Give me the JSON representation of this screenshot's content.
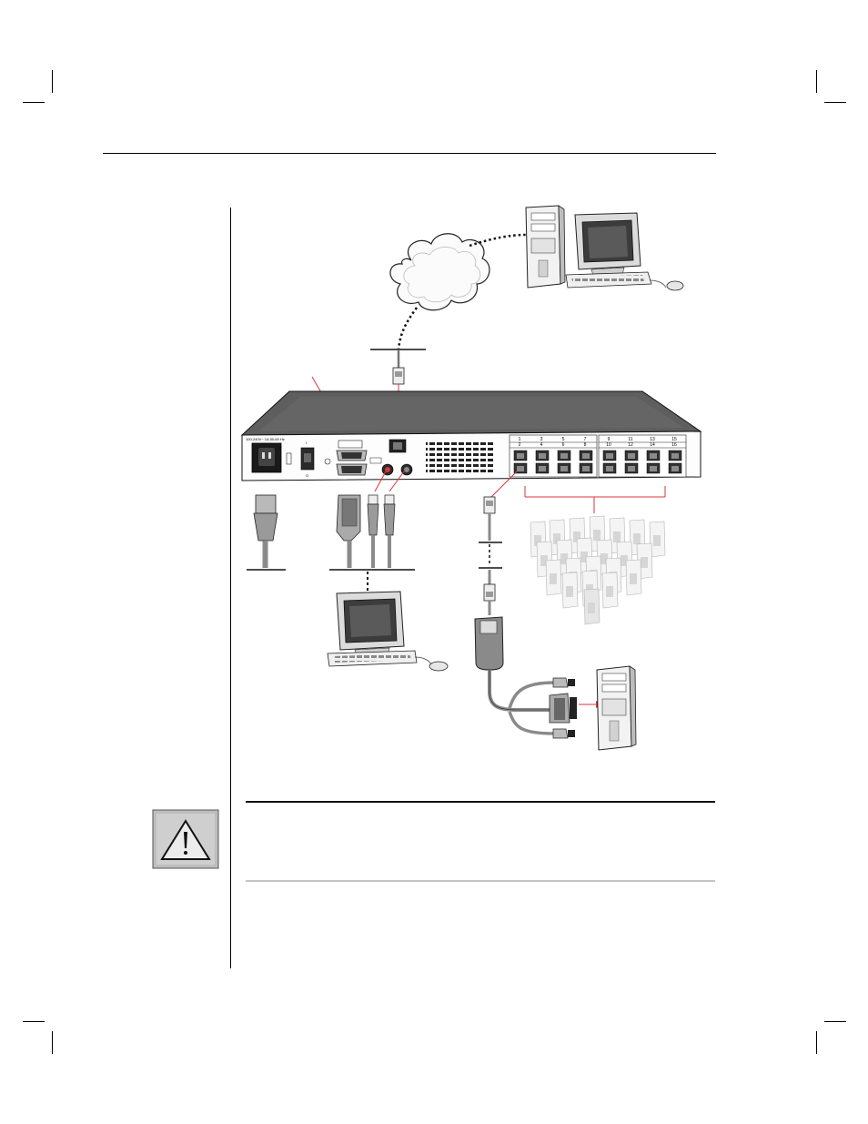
{
  "page": {
    "background": "#ffffff"
  },
  "diagram": {
    "port_numbers_top": [
      "1",
      "3",
      "5",
      "7",
      "9",
      "11",
      "13",
      "15"
    ],
    "port_numbers_bottom": [
      "2",
      "4",
      "6",
      "8",
      "10",
      "12",
      "14",
      "16"
    ],
    "colors": {
      "connector_line": "#d9343c",
      "switch_top": "#585858",
      "cable": "#8a8a8a",
      "panel_face": "#ffffff"
    },
    "icons": [
      "network-cloud-icon",
      "remote-workstation-icon",
      "kvm-switch-icon",
      "local-workstation-icon",
      "target-servers-icon",
      "server-interface-module-icon",
      "target-server-icon"
    ]
  },
  "caution": {
    "icon": "caution-icon"
  }
}
